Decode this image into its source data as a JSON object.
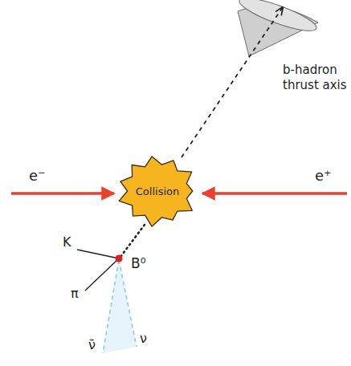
{
  "diagram": {
    "nodes": [
      {
        "text": [
          "Collision"
        ]
      }
    ],
    "labels": [
      "b-hadron thrust axis",
      "e⁻",
      "e⁺",
      "B⁰",
      "K",
      "π",
      "ν̄",
      "ν"
    ]
  }
}
